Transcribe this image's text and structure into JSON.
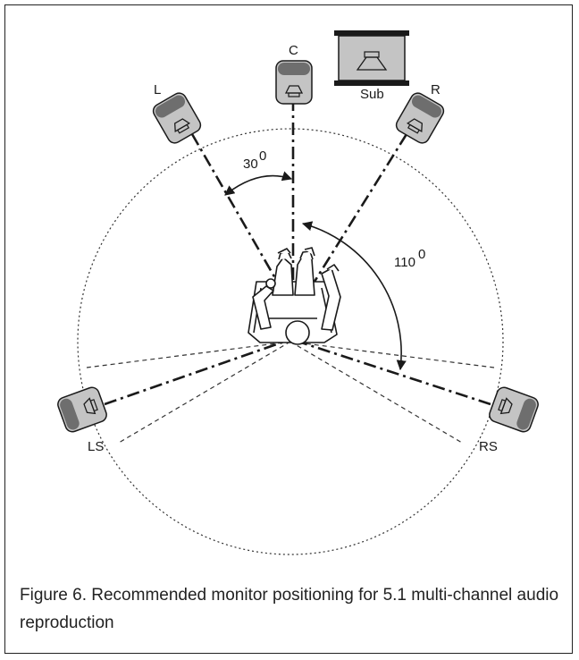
{
  "figure": {
    "caption": "Figure 6. Recommended monitor positioning for 5.1 multi-channel audio reproduction"
  },
  "speakers": {
    "center": "C",
    "left": "L",
    "right": "R",
    "left_surround": "LS",
    "right_surround": "RS",
    "subwoofer": "Sub"
  },
  "angles": {
    "front": "30",
    "surround": "110",
    "degree_mark": "0"
  },
  "icons": [
    "speaker-icon",
    "subwoofer-icon",
    "listener-icon"
  ],
  "colors": {
    "line": "#1a1a1a",
    "speaker_fill": "#c4c4c4",
    "speaker_dark": "#6e6e6e"
  }
}
